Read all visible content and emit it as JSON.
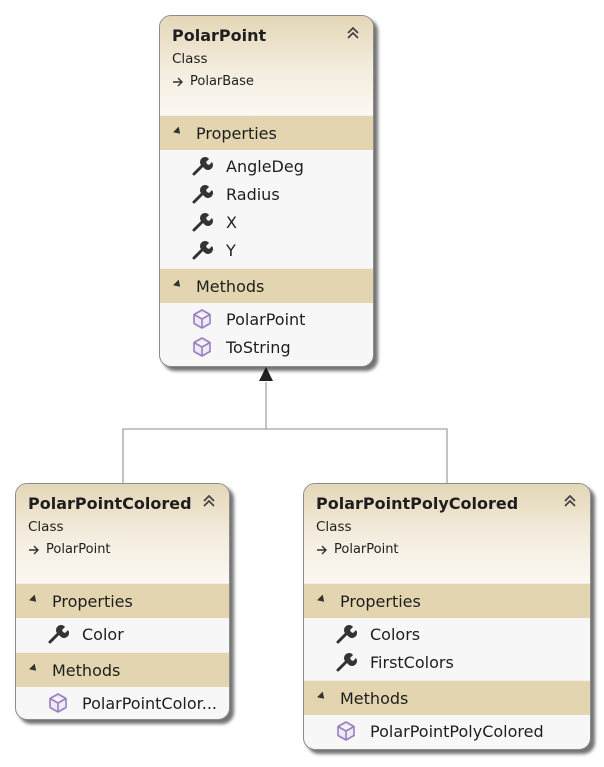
{
  "classes": [
    {
      "name": "PolarPoint",
      "stereotype": "Class",
      "base": "PolarBase",
      "properties_header": "Properties",
      "properties": [
        "AngleDeg",
        "Radius",
        "X",
        "Y"
      ],
      "methods_header": "Methods",
      "methods": [
        "PolarPoint",
        "ToString"
      ]
    },
    {
      "name": "PolarPointColored",
      "stereotype": "Class",
      "base": "PolarPoint",
      "properties_header": "Properties",
      "properties": [
        "Color"
      ],
      "methods_header": "Methods",
      "methods": [
        "PolarPointColor..."
      ]
    },
    {
      "name": "PolarPointPolyColored",
      "stereotype": "Class",
      "base": "PolarPoint",
      "properties_header": "Properties",
      "properties": [
        "Colors",
        "FirstColors"
      ],
      "methods_header": "Methods",
      "methods": [
        "PolarPointPolyColored"
      ]
    }
  ],
  "icons": {
    "property": "wrench-icon",
    "method": "cube-icon",
    "collapse": "double-chevron-up-icon",
    "base_arrow": "inheritance-arrow-icon"
  },
  "colors": {
    "header_gradient_top": "#e4d7b7",
    "section_header": "#e2d5b0",
    "method_icon": "#9a7fc0",
    "connector": "#a5a5a5"
  }
}
